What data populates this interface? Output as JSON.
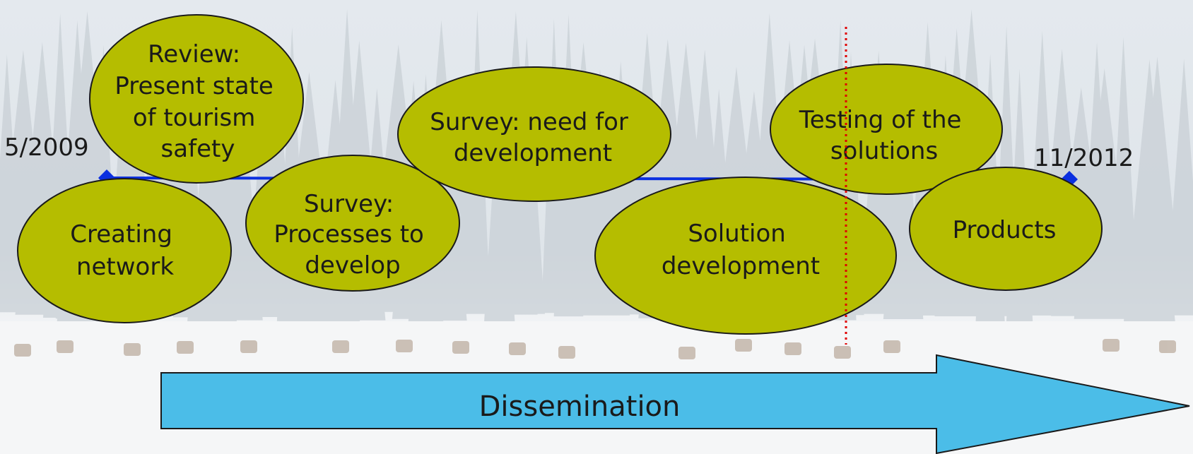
{
  "timeline": {
    "start_label": "5/2009",
    "end_label": "11/2012"
  },
  "phases": {
    "review": [
      "Review:",
      "Present state",
      "of tourism",
      "safety"
    ],
    "creating": [
      "Creating",
      "network"
    ],
    "survey_processes": [
      "Survey:",
      "Processes to",
      "develop"
    ],
    "survey_need": [
      "Survey: need for",
      "development"
    ],
    "testing": [
      "Testing of the",
      "solutions"
    ],
    "solution": [
      "Solution",
      "development"
    ],
    "products": [
      "Products"
    ]
  },
  "dissemination": {
    "label": "Dissemination"
  },
  "colors": {
    "ellipse_fill": "#b5bd00",
    "timeline": "#0a2fe0",
    "arrow_fill": "#4bbde8",
    "marker": "#e00000",
    "sky": "#e9eef3",
    "snow": "#f6f7f8"
  }
}
